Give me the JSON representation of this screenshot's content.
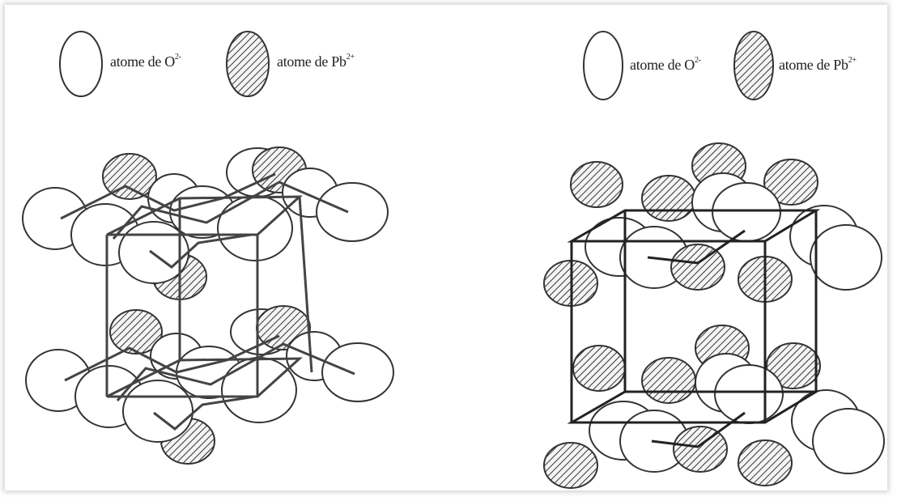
{
  "legend": {
    "left": {
      "oxygen": {
        "text": "atome de O",
        "charge": "2-"
      },
      "lead": {
        "text": "atome de Pb",
        "charge": "2+"
      }
    },
    "right": {
      "oxygen": {
        "text": "atome de O",
        "charge": "2-"
      },
      "lead": {
        "text": "atome de Pb",
        "charge": "2+"
      }
    }
  },
  "colors": {
    "outline": "#333333",
    "hatch": "#333333",
    "oxygen_fill": "#ffffff",
    "lead_fill": "#f4f4f4",
    "frame": "#555555"
  },
  "icons": {
    "oxygen_atom": "open-circle",
    "lead_atom": "hatched-circle"
  }
}
